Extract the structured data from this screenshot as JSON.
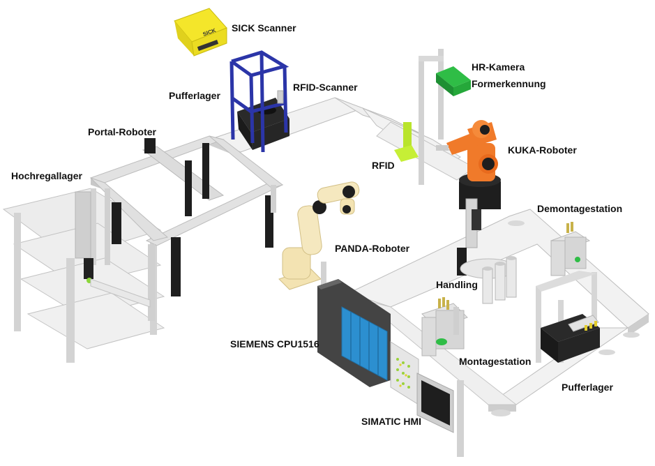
{
  "labels": {
    "sick_scanner": "SICK Scanner",
    "sick_logo": "SICK",
    "hr_kamera": "HR-Kamera",
    "formerkennung": "Formerkennung",
    "pufferlager_top": "Pufferlager",
    "rfid_scanner": "RFID-Scanner",
    "portal_roboter": "Portal-Roboter",
    "kuka_roboter": "KUKA-Roboter",
    "hochregallager": "Hochregallager",
    "rfid": "RFID",
    "demontagestation": "Demontagestation",
    "panda_roboter": "PANDA-Roboter",
    "handling": "Handling",
    "siemens_cpu": "SIEMENS CPU1516",
    "montagestation": "Montagestation",
    "pufferlager_bottom": "Pufferlager",
    "simatic_hmi": "SIMATIC HMI"
  },
  "colors": {
    "conveyor_top": "#f2f2f2",
    "conveyor_side": "#cfcfcf",
    "frame": "#d6d6d6",
    "scanner_yellow": "#f4e62a",
    "rack_blue": "#2b35a8",
    "camera_green": "#23a83a",
    "kuka_orange": "#f07a2a",
    "panda_cream": "#f3e3b2",
    "rfid_lime": "#b9e42c",
    "plc_blue": "#2c8fd0",
    "dark": "#1e1e1e"
  }
}
